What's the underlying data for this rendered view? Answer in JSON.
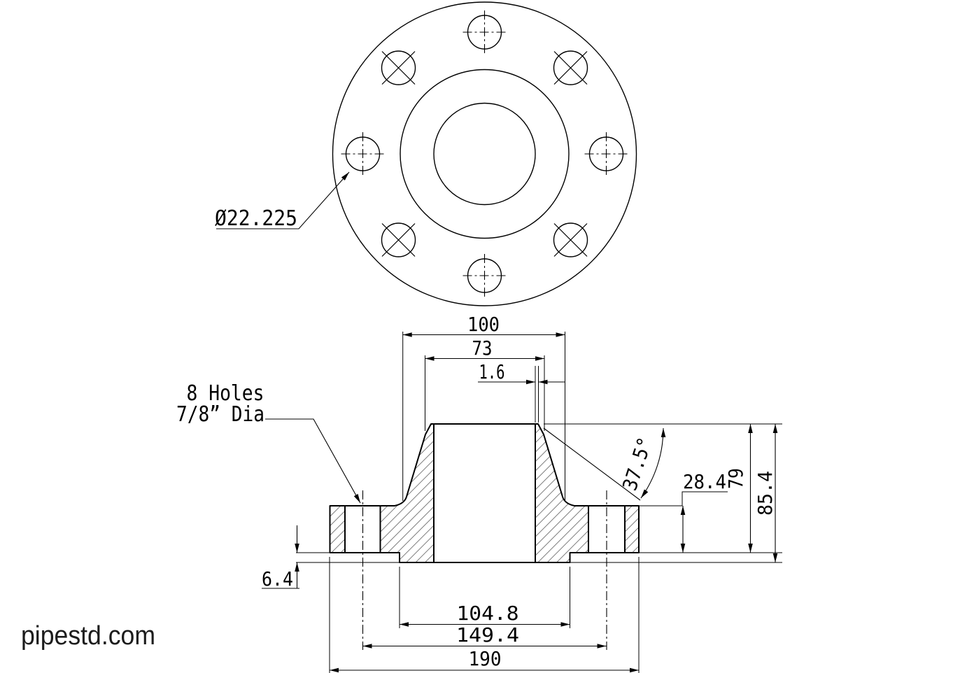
{
  "page": {
    "watermark": "pipestd.com",
    "background_color": "#ffffff",
    "line_color": "#000000",
    "hatch_color": "#7d7d7d",
    "description": "Weld neck flange engineering drawing: top face view with 8 bolt holes and sectioned front view with dimensions"
  },
  "dims": {
    "bolt_hole_diameter": "Ø22.225",
    "holes_note_1": "8 Holes",
    "holes_note_2": "7/8” Dia",
    "hub_diameter": "100",
    "weld_end_od": "73",
    "root_face": "1.6",
    "bevel_angle": "37.5°",
    "flange_thickness": "28.4",
    "length_to_flange_bottom": "79",
    "overall_length": "85.4",
    "raised_face_height": "6.4",
    "raised_face_diameter": "104.8",
    "bolt_circle_diameter": "149.4",
    "outside_diameter": "190"
  }
}
